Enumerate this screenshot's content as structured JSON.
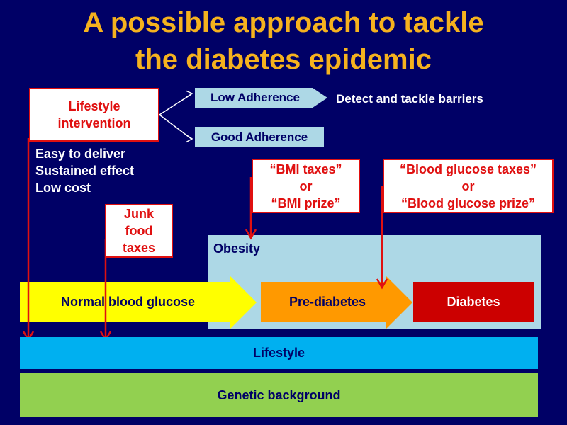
{
  "title": {
    "line1": "A possible approach to tackle",
    "line2": "the diabetes epidemic"
  },
  "lifestyle_intervention": {
    "label_line1": "Lifestyle",
    "label_line2": "intervention",
    "benefits": [
      "Easy to deliver",
      "Sustained effect",
      "Low cost"
    ]
  },
  "adherence": {
    "low": "Low Adherence",
    "good": "Good Adherence",
    "low_action": "Detect and tackle barriers"
  },
  "junk_food": {
    "line1": "Junk",
    "line2": "food",
    "line3": "taxes"
  },
  "bmi_box": {
    "line1": "“BMI taxes”",
    "line2": "or",
    "line3": "“BMI prize”"
  },
  "glucose_box": {
    "line1": "“Blood glucose taxes”",
    "line2": "or",
    "line3": "“Blood glucose prize”"
  },
  "obesity_label": "Obesity",
  "progression": {
    "normal": "Normal blood glucose",
    "prediabetes": "Pre-diabetes",
    "diabetes": "Diabetes"
  },
  "bands": {
    "lifestyle": "Lifestyle",
    "genetic": "Genetic background"
  },
  "colors": {
    "background": "#000066",
    "title": "#f5b21e",
    "red": "#e01010",
    "normal_arrow": "#ffff00",
    "prediabetes_arrow": "#ff9900",
    "diabetes_box": "#cc0000",
    "obesity_panel": "#add8e6",
    "lifestyle_band": "#00b0f0",
    "genetic_band": "#92d050"
  }
}
